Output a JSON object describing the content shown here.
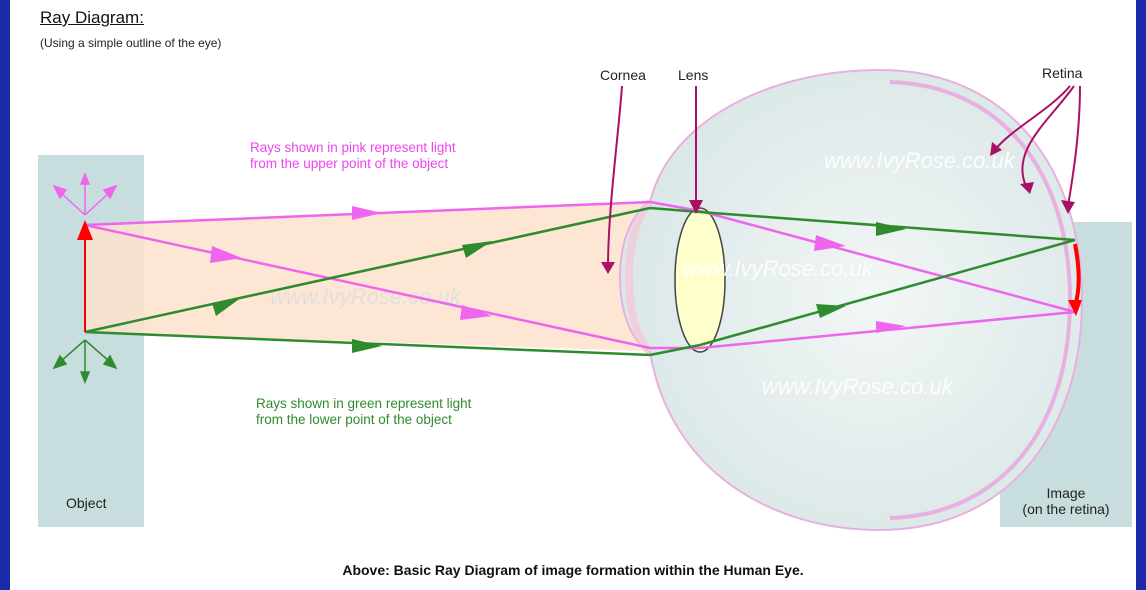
{
  "title": "Ray Diagram:",
  "subtitle": "(Using a simple outline of the eye)",
  "labels": {
    "cornea": "Cornea",
    "lens": "Lens",
    "retina": "Retina",
    "object": "Object",
    "image_line1": "Image",
    "image_line2": "(on the retina)"
  },
  "notes": {
    "pink_line1": "Rays shown in pink represent light",
    "pink_line2": "from the upper point of the object",
    "green_line1": "Rays shown in green represent light",
    "green_line2": "from the lower point of the object"
  },
  "watermark": "www.IvyRose.co.uk",
  "caption": "Above: Basic Ray Diagram of image formation within the Human Eye.",
  "colors": {
    "pink_ray": "#ee66ee",
    "green_ray": "#2e8b2e",
    "object_arrow": "#ff0000",
    "panel": "#c8dede",
    "border": "#1b2aa8"
  }
}
